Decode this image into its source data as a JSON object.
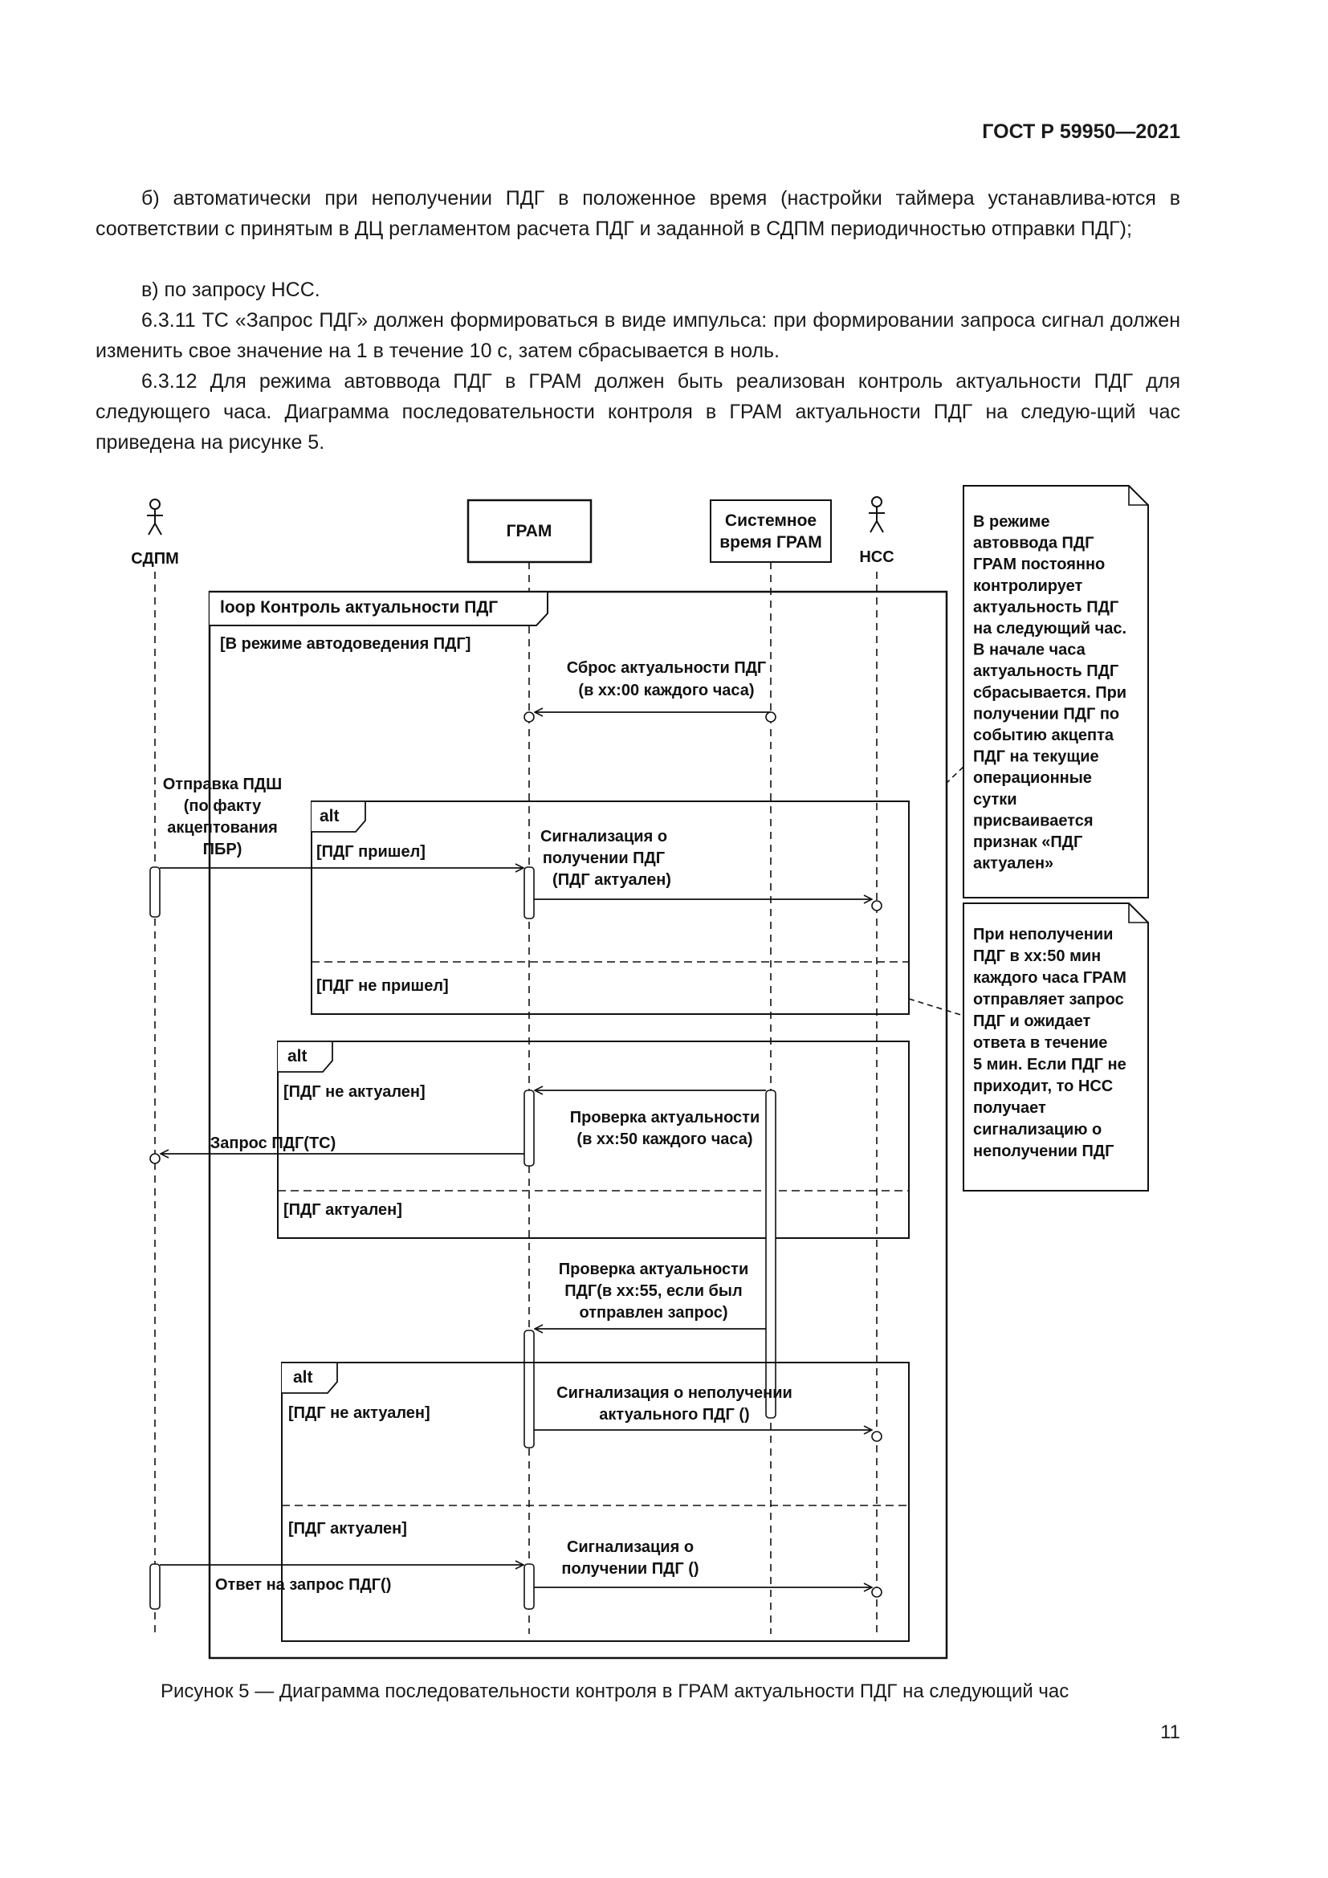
{
  "header": {
    "standard_id": "ГОСТ Р 59950—2021"
  },
  "body_text": {
    "item_b": "б) автоматически при неполучении ПДГ в положенное время (настройки таймера устанавлива-ются в соответствии с принятым в ДЦ регламентом расчета ПДГ и заданной в СДПМ периодичностью отправки ПДГ);",
    "item_v": "в) по запросу НСС.",
    "clause_6_3_11": "6.3.11 ТС «Запрос ПДГ» должен формироваться в виде импульса: при формировании запроса сигнал должен изменить свое значение на 1 в течение 10 с, затем сбрасывается в ноль.",
    "clause_6_3_12": "6.3.12 Для режима автоввода ПДГ в ГРАМ должен быть реализован контроль актуальности ПДГ для следующего часа. Диаграмма последовательности контроля в ГРАМ актуальности ПДГ на следую-щий час приведена на рисунке 5."
  },
  "diagram": {
    "actors": {
      "sdpm": "СДПМ",
      "nss": "НСС"
    },
    "lifelines": {
      "gram": "ГРАМ",
      "system_time": [
        "Системное",
        "время ГРАМ"
      ]
    },
    "loop": {
      "title": "loop Контроль актуальности ПДГ",
      "guard": "[В режиме автодоведения ПДГ]"
    },
    "messages": {
      "reset": [
        "Сброс актуальности ПДГ",
        "(в хх:00 каждого часа)"
      ],
      "send_pdsh": [
        "Отправка ПДШ",
        "(по факту",
        "акцептования",
        "ПБР)"
      ],
      "signal_received": [
        "Сигнализация о",
        "получении ПДГ",
        "(ПДГ актуален)"
      ],
      "check_50": [
        "Проверка актуальности",
        "(в хх:50 каждого часа)"
      ],
      "request": "Запрос ПДГ(ТС)",
      "check_55": [
        "Проверка актуальности",
        "ПДГ(в хх:55, если был",
        "отправлен запрос)"
      ],
      "signal_not_received": [
        "Сигнализация о неполучении",
        "актуального ПДГ ()"
      ],
      "signal_received_2": [
        "Сигнализация о",
        "получении ПДГ ()"
      ],
      "answer": "Ответ на запрос ПДГ()"
    },
    "fragments": {
      "alt_label": "alt",
      "alt1_guard1": "[ПДГ пришел]",
      "alt1_guard2": "[ПДГ не пришел]",
      "alt2_guard1": "[ПДГ не актуален]",
      "alt2_guard2": "[ПДГ актуален]",
      "alt3_guard1": "[ПДГ не актуален]",
      "alt3_guard2": "[ПДГ актуален]"
    },
    "notes": {
      "note1": [
        "В режиме",
        "автоввода ПДГ",
        "ГРАМ постоянно",
        "контролирует",
        "актуальность ПДГ",
        "на следующий час.",
        "В начале часа",
        "актуальность ПДГ",
        "сбрасывается. При",
        "получении ПДГ по",
        "событию акцепта",
        "ПДГ на текущие",
        "операционные",
        "сутки",
        "присваивается",
        "признак «ПДГ",
        "актуален»"
      ],
      "note2": [
        "При неполучении",
        "ПДГ в хх:50 мин",
        "каждого часа ГРАМ",
        "отправляет запрос",
        "ПДГ и ожидает",
        "ответа в течение",
        "5 мин. Если ПДГ не",
        "приходит, то НСС",
        "получает",
        "сигнализацию о",
        "неполучении ПДГ"
      ]
    }
  },
  "caption": "Рисунок 5 — Диаграмма последовательности контроля в ГРАМ актуальности ПДГ на следующий час",
  "page_number": "11"
}
